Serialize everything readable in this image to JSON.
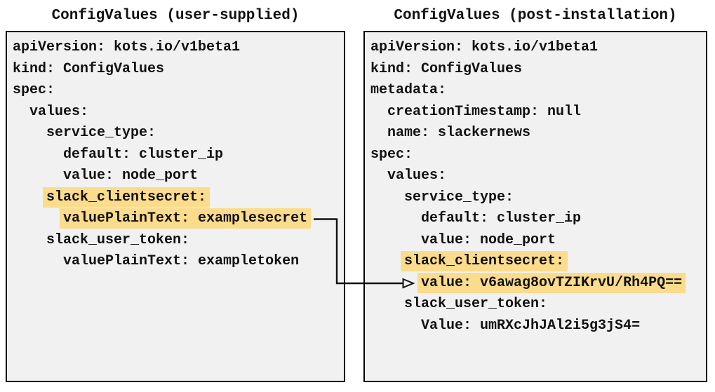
{
  "diagram": {
    "panels": [
      {
        "title": "ConfigValues (user-supplied)",
        "lines": [
          {
            "indent": "",
            "text": "apiVersion: kots.io/v1beta1",
            "highlight": false
          },
          {
            "indent": "",
            "text": "kind: ConfigValues",
            "highlight": false
          },
          {
            "indent": "",
            "text": "spec:",
            "highlight": false
          },
          {
            "indent": "  ",
            "text": "values:",
            "highlight": false
          },
          {
            "indent": "    ",
            "text": "service_type:",
            "highlight": false
          },
          {
            "indent": "      ",
            "text": "default: cluster_ip",
            "highlight": false
          },
          {
            "indent": "      ",
            "text": "value: node_port",
            "highlight": false
          },
          {
            "indent": "    ",
            "text": "slack_clientsecret:",
            "highlight": true
          },
          {
            "indent": "      ",
            "text": "valuePlainText: examplesecret",
            "highlight": true
          },
          {
            "indent": "    ",
            "text": "slack_user_token:",
            "highlight": false
          },
          {
            "indent": "      ",
            "text": "valuePlainText: exampletoken",
            "highlight": false
          }
        ]
      },
      {
        "title": "ConfigValues (post-installation)",
        "lines": [
          {
            "indent": "",
            "text": "apiVersion: kots.io/v1beta1",
            "highlight": false
          },
          {
            "indent": "",
            "text": "kind: ConfigValues",
            "highlight": false
          },
          {
            "indent": "",
            "text": "metadata:",
            "highlight": false
          },
          {
            "indent": "  ",
            "text": "creationTimestamp: null",
            "highlight": false
          },
          {
            "indent": "  ",
            "text": "name: slackernews",
            "highlight": false
          },
          {
            "indent": "",
            "text": "spec:",
            "highlight": false
          },
          {
            "indent": "  ",
            "text": "values:",
            "highlight": false
          },
          {
            "indent": "    ",
            "text": "service_type:",
            "highlight": false
          },
          {
            "indent": "      ",
            "text": "default: cluster_ip",
            "highlight": false
          },
          {
            "indent": "      ",
            "text": "value: node_port",
            "highlight": false
          },
          {
            "indent": "    ",
            "text": "slack_clientsecret:",
            "highlight": true
          },
          {
            "indent": "      ",
            "text": "value: v6awag8ovTZIKrvU/Rh4PQ==",
            "highlight": true
          },
          {
            "indent": "    ",
            "text": "slack_user_token:",
            "highlight": false
          },
          {
            "indent": "      ",
            "text": "Value: umRXcJhJAl2i5g3jS4=",
            "highlight": false
          }
        ]
      }
    ],
    "connector": {
      "from_text": "valuePlainText: examplesecret",
      "to_text": "value: v6awag8ovTZIKrvU/Rh4PQ=="
    },
    "colors": {
      "highlight": "#FBDB8C",
      "panel_background": "#F1F1F1",
      "border": "#000000",
      "text": "#111111",
      "arrow": "#111111"
    }
  }
}
